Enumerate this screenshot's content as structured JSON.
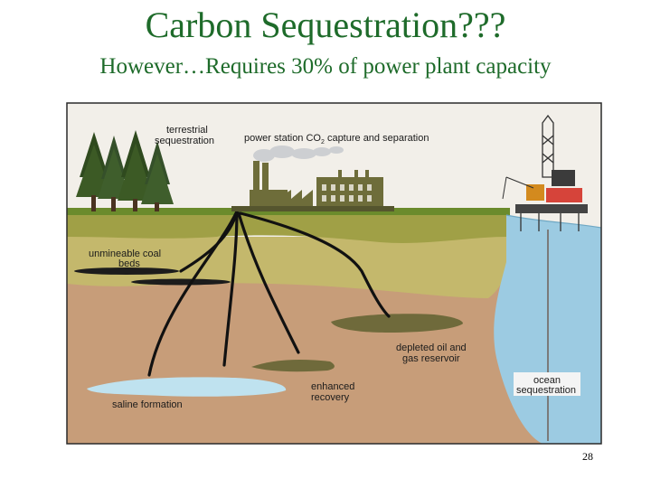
{
  "slide": {
    "title": "Carbon Sequestration???",
    "subtitle": "However…Requires 30% of power plant capacity",
    "page_number": "28"
  },
  "diagram": {
    "labels": {
      "terrestrial_line1": "terrestrial",
      "terrestrial_line2": "sequestration",
      "power_station_main": "power station CO",
      "power_station_sub": "2",
      "power_station_rest": " capture and separation",
      "coal_line1": "unmineable coal",
      "coal_line2": "beds",
      "depleted_line1": "depleted oil and",
      "depleted_line2": "gas reservoir",
      "enhanced_line1": "enhanced",
      "enhanced_line2": "recovery",
      "saline": "saline formation",
      "ocean_line1": "ocean",
      "ocean_line2": "sequestration"
    },
    "colors": {
      "sky": "#f2efe9",
      "ocean": "#9ccbe2",
      "grass": "#6b8b2c",
      "topsoil": "#a0a046",
      "midsoil": "#c4b86c",
      "rock": "#c79d79",
      "coal": "#1c1c1c",
      "oil": "#6f6a3b",
      "brine": "#bfe2ef",
      "plant": "#6e6d3a"
    }
  }
}
